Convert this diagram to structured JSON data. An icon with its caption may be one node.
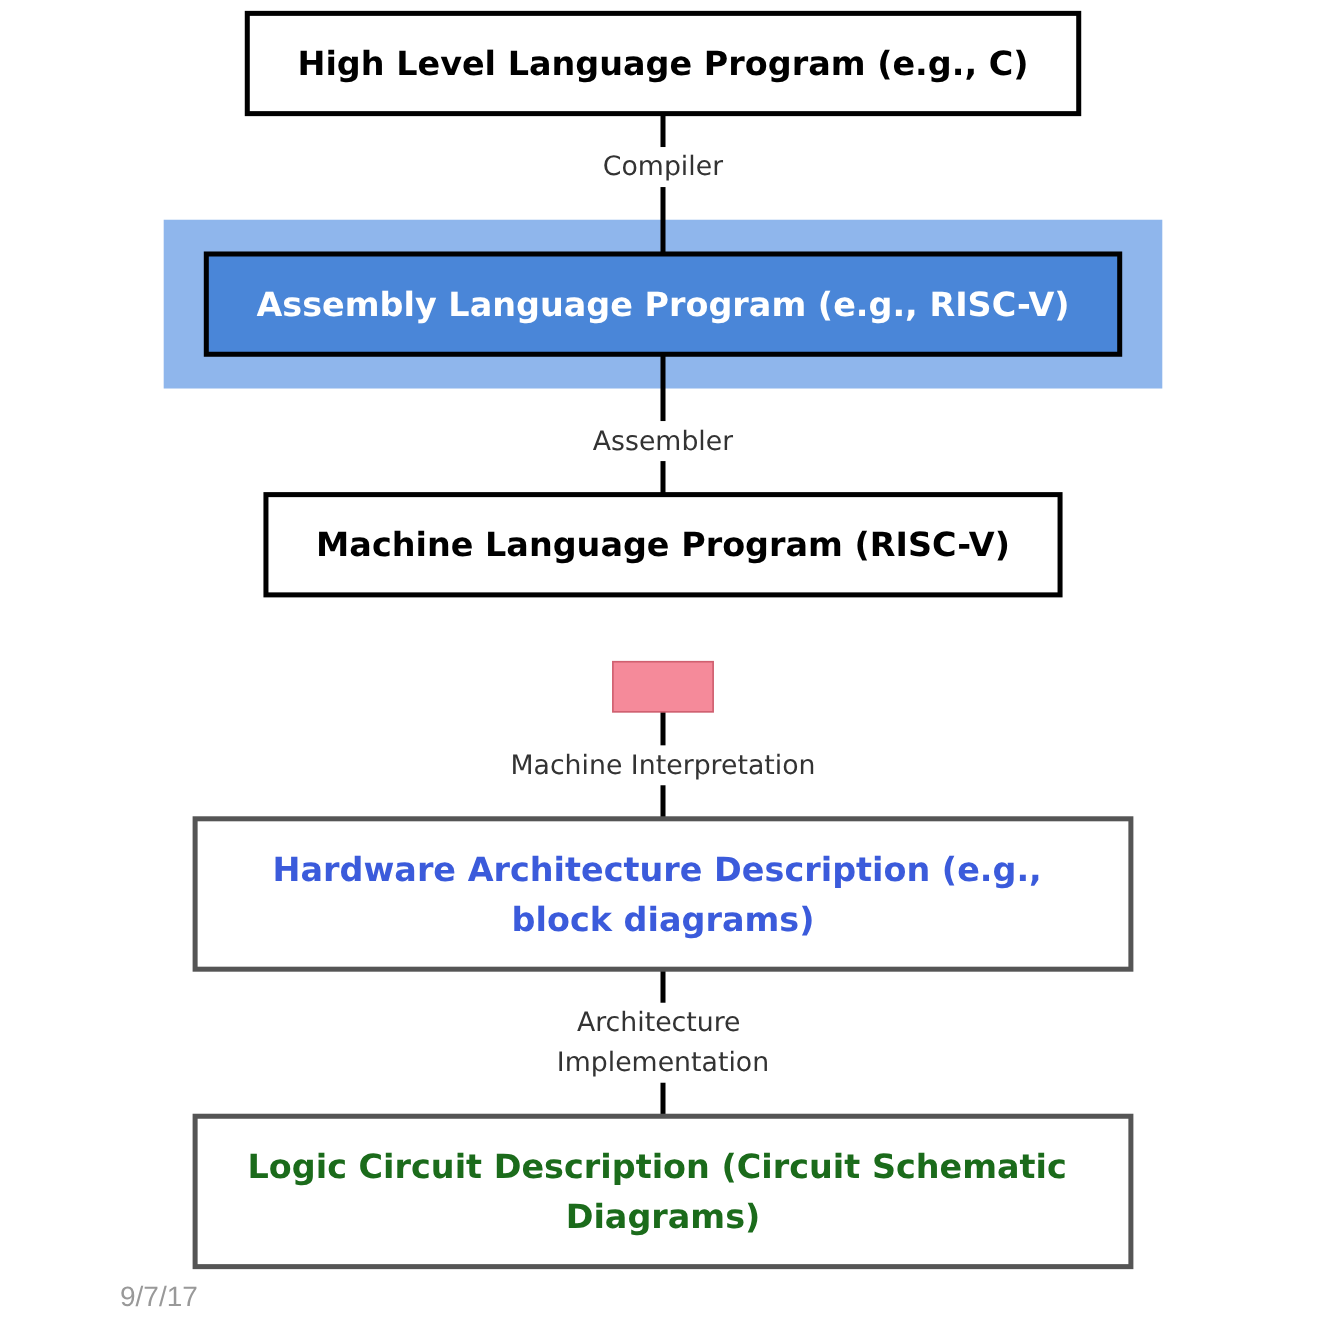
{
  "diagram": {
    "nodes": [
      {
        "text": [
          "High Level Language Program (e.g., C)"
        ]
      },
      {
        "text": [],
        "shape": "band"
      },
      {
        "text": [
          "Assembly Language Program (e.g., RISC-V)"
        ],
        "in": 1
      },
      {
        "text": [
          "Machine Language Program (RISC-V)"
        ]
      },
      {
        "text": [],
        "shape": "bar"
      },
      {
        "text": [
          "Hardware Architecture Description (e.g., block diagrams)"
        ]
      },
      {
        "text": [
          "Logic Circuit Description (Circuit Schematic Diagrams)"
        ]
      }
    ],
    "edges": [
      {
        "from": 0,
        "to": 2,
        "arrow": "none",
        "label": "Compiler"
      },
      {
        "from": 2,
        "to": 3,
        "arrow": "none",
        "label": "Assembler"
      },
      {
        "from": 4,
        "to": 5,
        "arrow": "none",
        "label": "Machine Interpretation"
      },
      {
        "from": 5,
        "to": 6,
        "arrow": "none",
        "label": "Architecture Implementation"
      }
    ],
    "labels": [
      "9/7/17"
    ]
  }
}
